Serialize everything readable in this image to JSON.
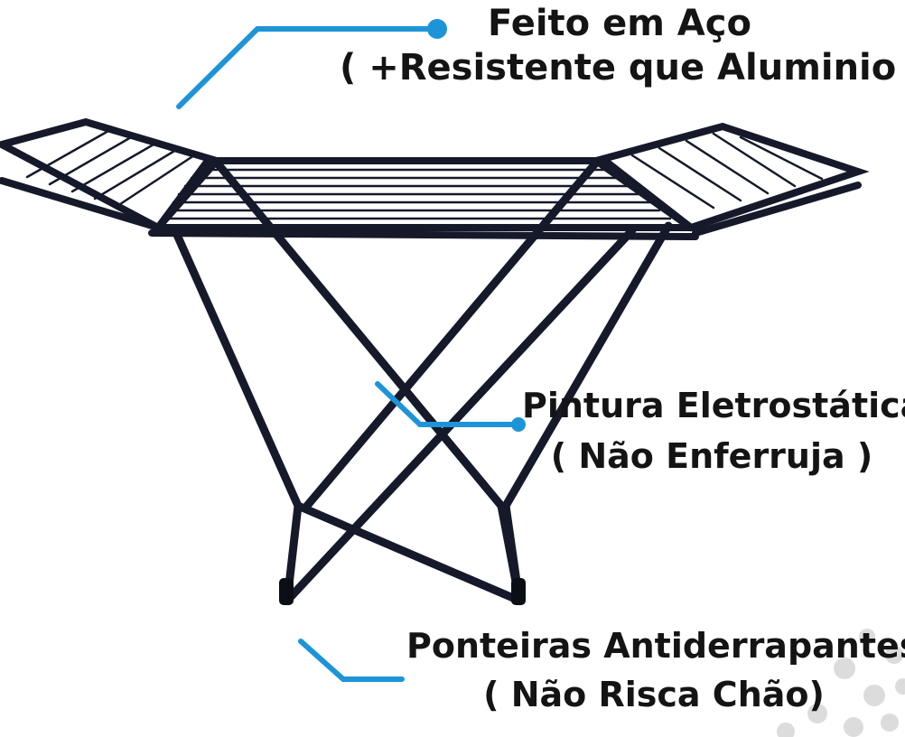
{
  "callouts": [
    {
      "line1": "Feito em Aço",
      "line2": "( +Resistente que Aluminio )"
    },
    {
      "line1": "Pintura Eletrostática",
      "line2": "( Não Enferruja )"
    },
    {
      "line1": "Ponteiras Antiderrapantes",
      "line2": "( Não Risca Chão)"
    }
  ],
  "colors": {
    "accent": "#1e94d8",
    "frame": "#15192a",
    "text": "#141414",
    "dots": "#d9d9d9"
  }
}
